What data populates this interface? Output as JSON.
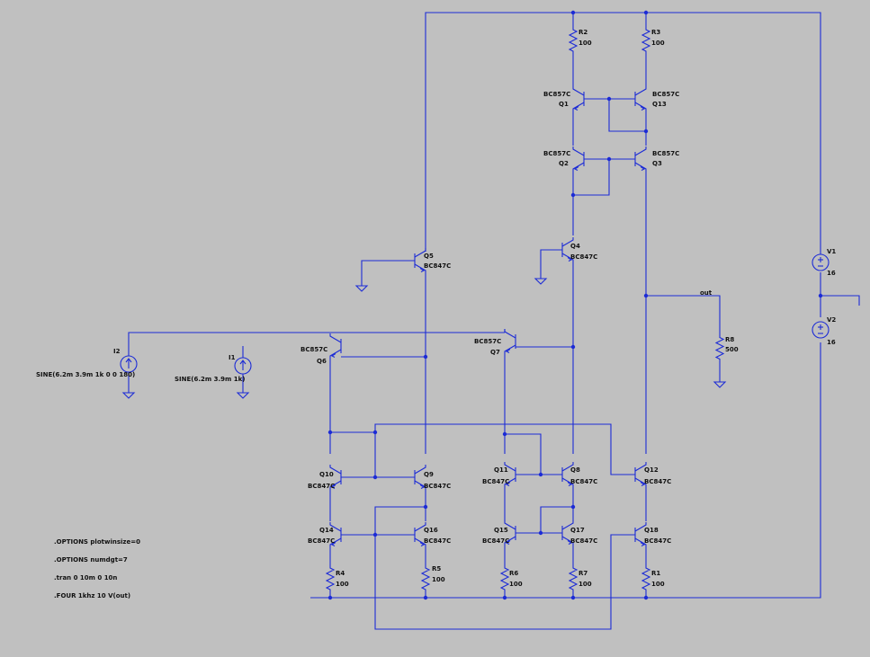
{
  "transistors": {
    "Q1": {
      "name": "Q1",
      "model": "BC857C"
    },
    "Q13": {
      "name": "Q13",
      "model": "BC857C"
    },
    "Q2": {
      "name": "Q2",
      "model": "BC857C"
    },
    "Q3": {
      "name": "Q3",
      "model": "BC857C"
    },
    "Q4": {
      "name": "Q4",
      "model": "BC847C"
    },
    "Q5": {
      "name": "Q5",
      "model": "BC847C"
    },
    "Q6": {
      "name": "Q6",
      "model": "BC857C"
    },
    "Q7": {
      "name": "Q7",
      "model": "BC857C"
    },
    "Q10": {
      "name": "Q10",
      "model": "BC847C"
    },
    "Q9": {
      "name": "Q9",
      "model": "BC847C"
    },
    "Q11": {
      "name": "Q11",
      "model": "BC847C"
    },
    "Q8": {
      "name": "Q8",
      "model": "BC847C"
    },
    "Q12": {
      "name": "Q12",
      "model": "BC847C"
    },
    "Q14": {
      "name": "Q14",
      "model": "BC847C"
    },
    "Q16": {
      "name": "Q16",
      "model": "BC847C"
    },
    "Q15": {
      "name": "Q15",
      "model": "BC847C"
    },
    "Q17": {
      "name": "Q17",
      "model": "BC847C"
    },
    "Q18": {
      "name": "Q18",
      "model": "BC847C"
    }
  },
  "resistors": {
    "R2": {
      "name": "R2",
      "value": "100"
    },
    "R3": {
      "name": "R3",
      "value": "100"
    },
    "R8": {
      "name": "R8",
      "value": "500"
    },
    "R4": {
      "name": "R4",
      "value": "100"
    },
    "R5": {
      "name": "R5",
      "value": "100"
    },
    "R6": {
      "name": "R6",
      "value": "100"
    },
    "R7": {
      "name": "R7",
      "value": "100"
    },
    "R1": {
      "name": "R1",
      "value": "100"
    }
  },
  "sources": {
    "V1": {
      "name": "V1",
      "value": "16"
    },
    "V2": {
      "name": "V2",
      "value": "16"
    },
    "I1": {
      "name": "I1",
      "value": "SINE(6.2m 3.9m 1k)"
    },
    "I2": {
      "name": "I2",
      "value": "SINE(6.2m 3.9m 1k 0 0 180)"
    }
  },
  "net_labels": {
    "out": "out"
  },
  "directives": [
    ".OPTIONS plotwinsize=0",
    ".OPTIONS numdgt=7",
    ".tran 0 10m 0 10n",
    ".FOUR  1khz 10 V(out)"
  ],
  "colors": {
    "background": "#c0c0c0",
    "wire": "#1c2bd6",
    "text": "#111111"
  }
}
